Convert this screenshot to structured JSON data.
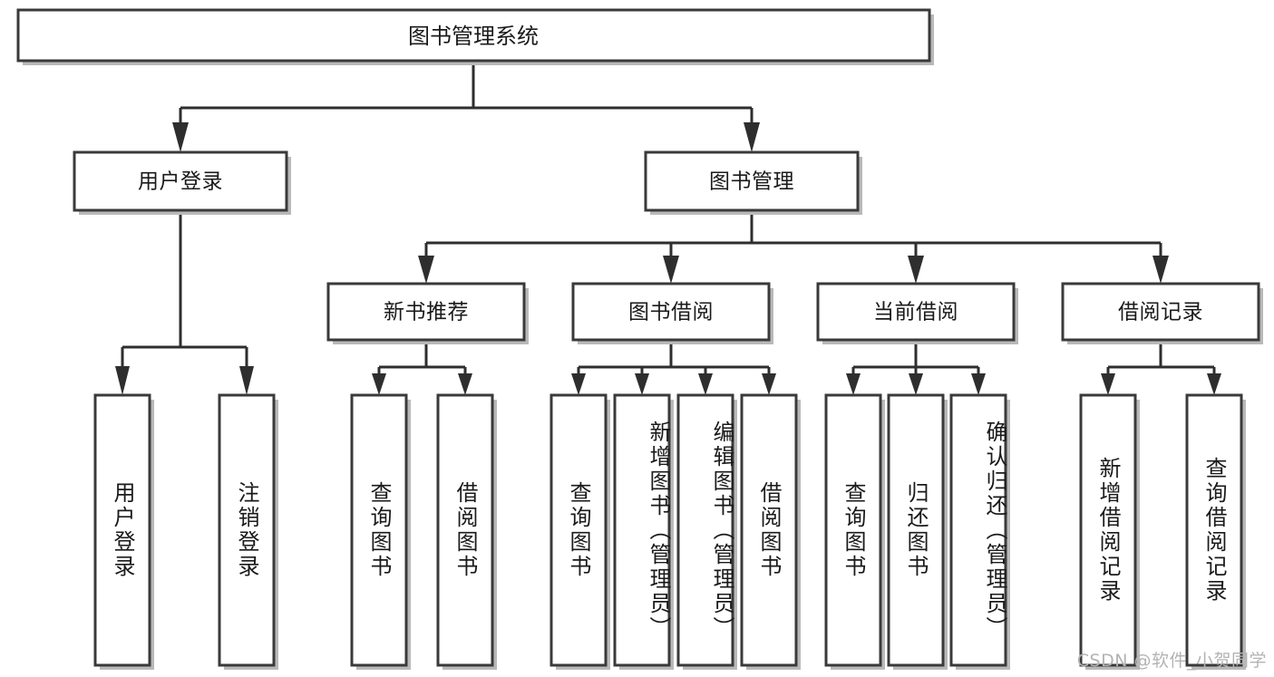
{
  "diagram": {
    "type": "tree",
    "title": "图书管理系统",
    "watermark": "CSDN @软件_小贺同学",
    "colors": {
      "box_stroke": "#3a3a3a",
      "box_fill": "#ffffff",
      "connector": "#2e2e2e",
      "shadow": "#b9b9b9",
      "text": "#1a1a1a",
      "watermark": "#b3b3b3",
      "background": "#ffffff"
    },
    "root": {
      "label": "图书管理系统"
    },
    "level1": [
      {
        "label": "用户登录"
      },
      {
        "label": "图书管理"
      }
    ],
    "level2": [
      {
        "label": "新书推荐"
      },
      {
        "label": "图书借阅"
      },
      {
        "label": "当前借阅"
      },
      {
        "label": "借阅记录"
      }
    ],
    "leaves": {
      "user_login": [
        {
          "label": "用户登录"
        },
        {
          "label": "注销登录"
        }
      ],
      "new_book_recommend": [
        {
          "label": "查询图书"
        },
        {
          "label": "借阅图书"
        }
      ],
      "book_borrow": [
        {
          "label": "查询图书"
        },
        {
          "label": "新增图书（管理员）"
        },
        {
          "label": "编辑图书（管理员）"
        },
        {
          "label": "借阅图书"
        }
      ],
      "current_borrow": [
        {
          "label": "查询图书"
        },
        {
          "label": "归还图书"
        },
        {
          "label": "确认归还（管理员）"
        }
      ],
      "borrow_record": [
        {
          "label": "新增借阅记录"
        },
        {
          "label": "查询借阅记录"
        }
      ]
    }
  }
}
